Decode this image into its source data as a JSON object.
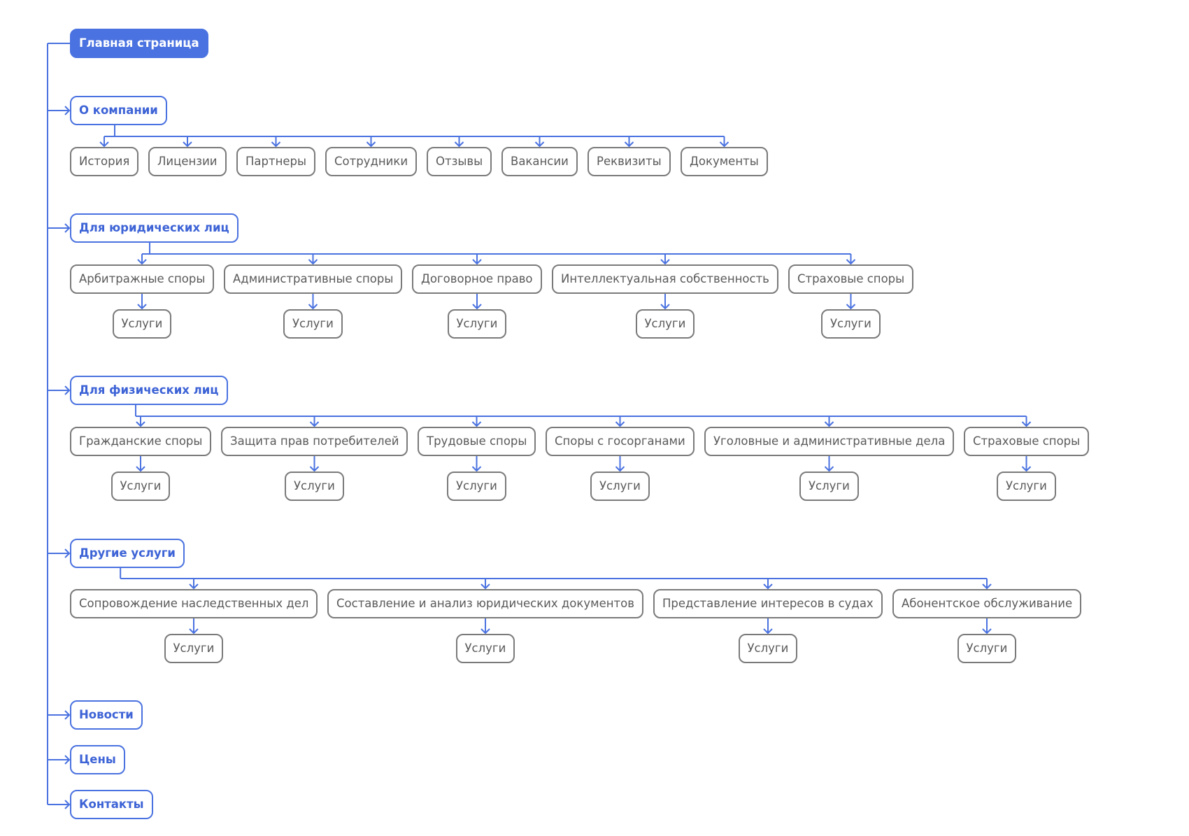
{
  "root": "Главная страница",
  "sections": [
    {
      "title": "О компании",
      "children": [
        "История",
        "Лицензии",
        "Партнеры",
        "Сотрудники",
        "Отзывы",
        "Вакансии",
        "Реквизиты",
        "Документы"
      ],
      "child_label": ""
    },
    {
      "title": "Для юридических лиц",
      "children": [
        "Арбитражные споры",
        "Административные споры",
        "Договорное право",
        "Интеллектуальная собственность",
        "Страховые споры"
      ],
      "child_label": "Услуги"
    },
    {
      "title": "Для физических лиц",
      "children": [
        "Гражданские споры",
        "Защита прав потребителей",
        "Трудовые споры",
        "Споры с госорганами",
        "Уголовные и административные дела",
        "Страховые споры"
      ],
      "child_label": "Услуги"
    },
    {
      "title": "Другие услуги",
      "children": [
        "Сопровождение наследственных дел",
        "Составление и анализ юридических документов",
        "Представление интересов в судах",
        "Абонентское обслуживание"
      ],
      "child_label": "Услуги"
    },
    {
      "title": "Новости",
      "children": [],
      "child_label": ""
    },
    {
      "title": "Цены",
      "children": [],
      "child_label": ""
    },
    {
      "title": "Контакты",
      "children": [],
      "child_label": ""
    }
  ],
  "colors": {
    "accent": "#4a72e0",
    "node_border": "#7a7a7a",
    "node_text": "#5a5a5a",
    "background": "#ffffff"
  }
}
